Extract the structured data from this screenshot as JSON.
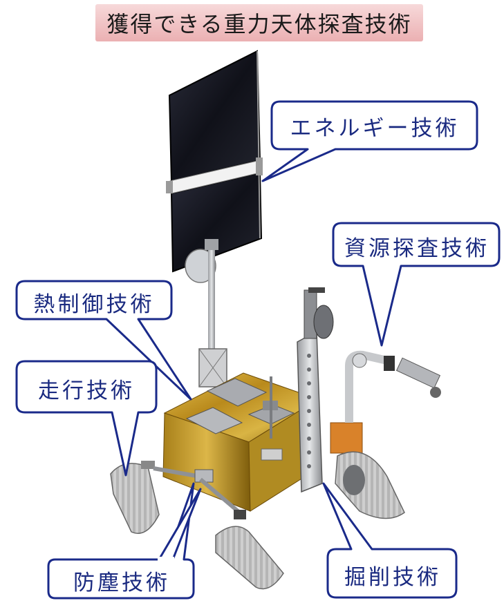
{
  "title": "獲得できる重力天体探査技術",
  "callouts": {
    "energy": "エネルギー技術",
    "resource": "資源探査技術",
    "thermal": "熱制御技術",
    "mobility": "走行技術",
    "dust": "防塵技術",
    "excavation": "掘削技術"
  },
  "colors": {
    "title_bg": "#f0c0c2",
    "callout_border": "#1a2a8a",
    "callout_text": "#1a2a80",
    "solar_panel": "#15161f",
    "body_gold": "#c9a233"
  }
}
